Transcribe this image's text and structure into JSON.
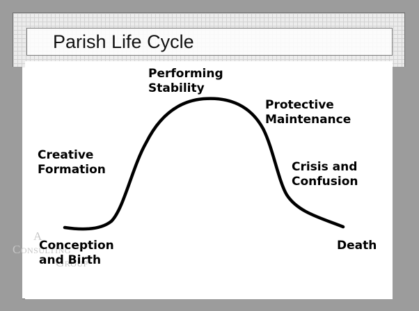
{
  "slide": {
    "title": "Parish Life Cycle"
  },
  "watermark": {
    "line1": "A",
    "line2": "Consulting",
    "line3": "Group"
  },
  "stages": [
    {
      "line1": "Conception",
      "line2": "and Birth"
    },
    {
      "line1": "Creative",
      "line2": "Formation"
    },
    {
      "line1": "Performing",
      "line2": "Stability"
    },
    {
      "line1": "Protective",
      "line2": "Maintenance"
    },
    {
      "line1": "Crisis and",
      "line2": "Confusion"
    },
    {
      "line1": "Death",
      "line2": ""
    }
  ],
  "colors": {
    "curve": "#000000",
    "background_band": "#9c9c9c",
    "watermark": "#c6c6c6"
  }
}
